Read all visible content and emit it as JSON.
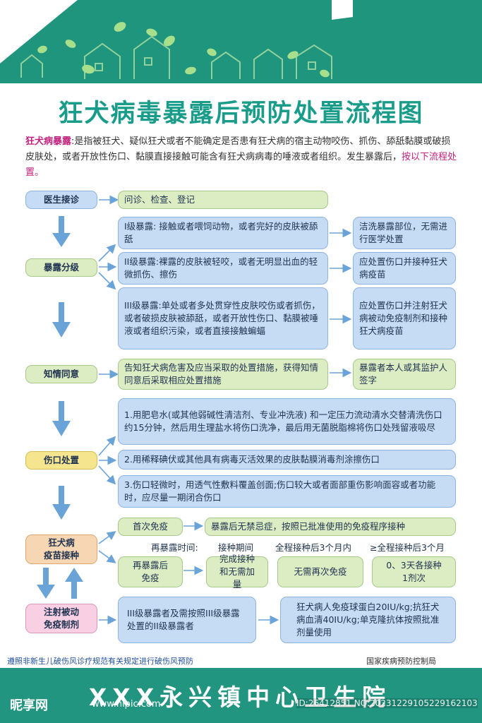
{
  "title": "狂犬病毒暴露后预防处置流程图",
  "intro": {
    "term": "狂犬病暴露",
    "text": ":是指被狂犬、疑似狂犬或者不能确定是否患有狂犬病的宿主动物咬伤、抓伤、舔舐黏膜或破损皮肤处，或者开放性伤口、黏膜直接接触可能含有狂犬病病毒的唾液或者组织。发生暴露后，",
    "tail": "按以下流程处置。"
  },
  "steps": {
    "doctor": "医生接诊",
    "exposure": "暴露分级",
    "consent": "知情同意",
    "wound": "伤口处置",
    "vaccine": "狂犬病\n疫苗接种",
    "passive": "注射被动\n免疫制剂"
  },
  "doctor_detail": "问诊、检查、登记",
  "levels": [
    {
      "desc": "I级暴露: 接触或者喂饲动物，或者完好的皮肤被舔舐",
      "action": "洁洗暴露部位，无需进行医学处置"
    },
    {
      "desc": "II级暴露:裸露的皮肤被轻咬，或者无明显出血的轻微抓伤、擦伤",
      "action": "应处置伤口并接种狂犬病疫苗"
    },
    {
      "desc": "III级暴露:单处或者多处贯穿性皮肤咬伤或者抓伤，或者破损皮肤被舔舐，或者开放性伤口、黏膜被唾液或者组织污染，或者直接接触蝙蝠",
      "action": "应处置伤口并注射狂犬病被动免疫制剂和接种狂犬病疫苗"
    }
  ],
  "consent_detail": "告知狂犬病危害及应当采取的处置措施，获得知情同意后采取相应处置措施",
  "consent_sign": "暴露者本人或其监护人签字",
  "wound_steps": [
    "1.用肥皂水(或其他弱碱性清洁剂、专业冲洗液) 和一定压力流动清水交替清洗伤口约15分钟，然后用生理盐水将伤口洗净，最后用无菌脱脂棉将伤口处残留液吸尽",
    "2.用稀释碘伏或其他具有病毒灭活效果的皮肤黏膜消毒剂涂擦伤口",
    "3.伤口轻微时，用透气性敷料覆盖创面;伤口较大或者面部重伤影响面容或者功能时，应尽量一期闭合伤口"
  ],
  "vaccine": {
    "first": "首次免疫",
    "first_detail": "暴露后无禁忌症，按照已批准使用的免疫程序接种",
    "re_label": "再暴露时间:",
    "periods": [
      "接种期间",
      "全程接种后3个月内",
      "≥全程接种后3个月"
    ],
    "re_box": "再暴露后免疫",
    "outcomes": [
      "完成接种和无需加量",
      "无需再次免疫",
      "0、3天各接种1剂次"
    ]
  },
  "passive": {
    "who": "III级暴露者及需按照III级暴露处置的II级暴露者",
    "dose": "狂犬病人免疫球蛋白20IU/kg;抗狂犬病血清40IU/kg;单克隆抗体按照批准剂量使用"
  },
  "footer_note": "遵照非新生儿破伤风诊疗规范有关规定进行破伤风预防",
  "footer_org": "国家疾病预防控制局",
  "hospital": "XXX永兴镇中心卫生院",
  "watermark": {
    "brand": "昵享网",
    "url": "www.nipic.com",
    "id": "ID:26412851 NO:20231229105229162103"
  },
  "colors": {
    "teal": "#21957f",
    "title": "#1a9c8a",
    "accent": "#c2217d",
    "arrow": "#6aa3d8"
  }
}
